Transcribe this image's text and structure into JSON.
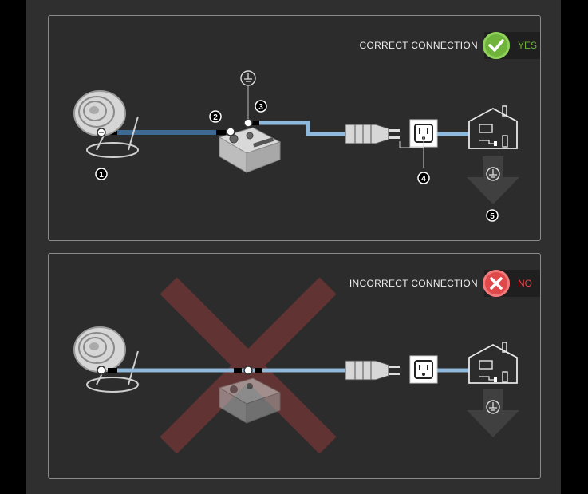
{
  "correct": {
    "label": "CORRECT CONNECTION",
    "verdict": "YES",
    "callouts": [
      "1",
      "2",
      "3",
      "4",
      "5"
    ]
  },
  "incorrect": {
    "label": "INCORRECT CONNECTION",
    "verdict": "NO"
  },
  "colors": {
    "cable_dark": "#3c6a92",
    "cable_light": "#8fb9dc",
    "ok_green": "#6fb33b",
    "bad_red": "#e0494b",
    "cross": "#6b3535"
  },
  "icons": [
    "check-icon",
    "x-icon",
    "ground-icon",
    "house-icon",
    "outlet-icon",
    "plug-icon",
    "speaker-icon",
    "isolator-box-icon",
    "down-arrow-icon"
  ]
}
